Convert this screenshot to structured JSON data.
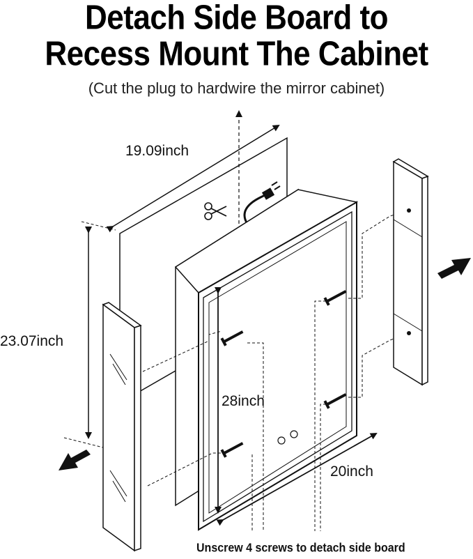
{
  "title": {
    "line1": "Detach Side Board to",
    "line2": "Recess Mount The Cabinet"
  },
  "subtitle": "(Cut the plug to hardwire the mirror cabinet)",
  "dimensions": {
    "width_back": "19.09inch",
    "height_back": "23.07inch",
    "height_front": "28inch",
    "width_front": "20inch"
  },
  "footer": "Unscrew 4 screws to detach side board",
  "icons": [
    "scissors-icon",
    "plug-icon",
    "screw-icon",
    "arrow-icon",
    "touch-button-icon"
  ],
  "colors": {
    "line": "#111111",
    "panel": "#ffffff"
  }
}
